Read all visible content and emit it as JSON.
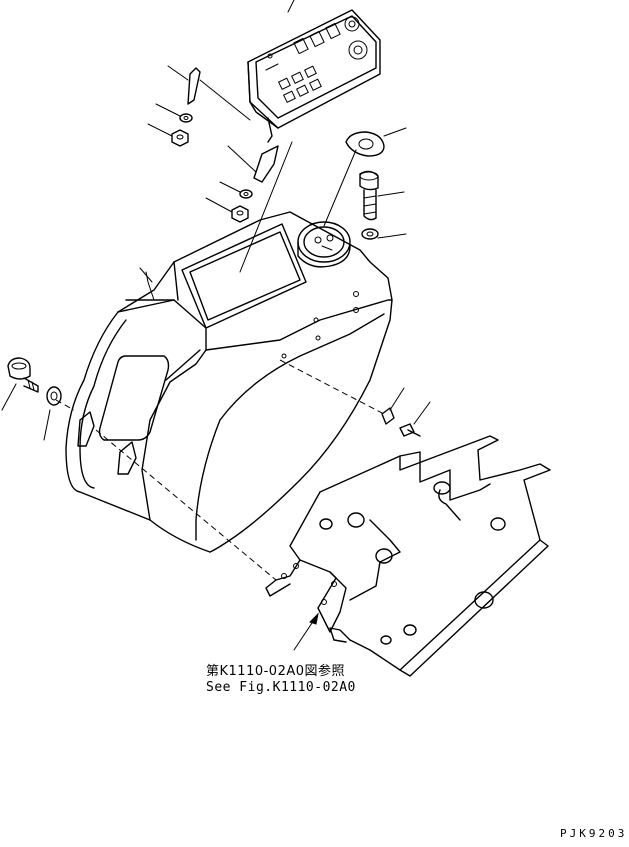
{
  "reference": {
    "japanese": "第K1110-02A0図参照",
    "english": "See Fig.K1110-02A0"
  },
  "drawing_code": "PJK9203"
}
